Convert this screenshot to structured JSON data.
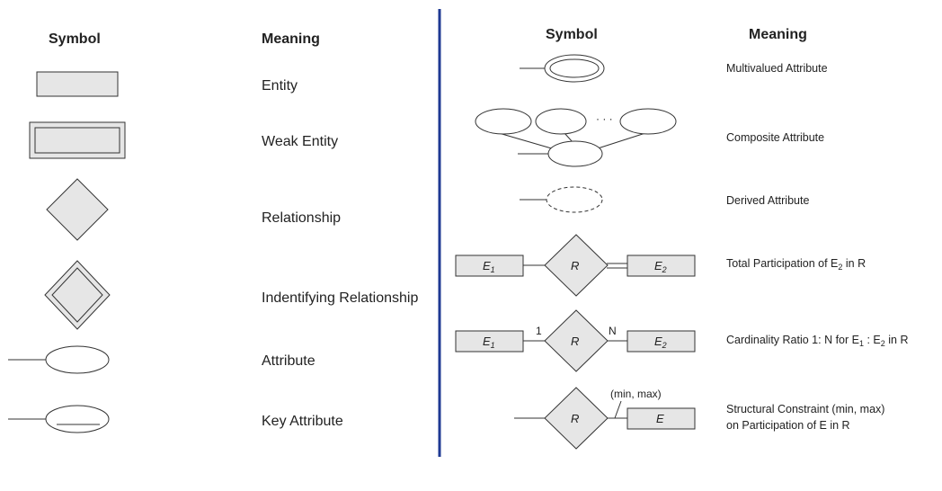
{
  "headers": {
    "left_symbol": "Symbol",
    "left_meaning": "Meaning",
    "right_symbol": "Symbol",
    "right_meaning": "Meaning"
  },
  "left_rows": [
    {
      "symbol": "entity-rectangle",
      "meaning": "Entity"
    },
    {
      "symbol": "weak-entity-double-rectangle",
      "meaning": "Weak Entity"
    },
    {
      "symbol": "relationship-diamond",
      "meaning": "Relationship"
    },
    {
      "symbol": "identifying-relationship-double-diamond",
      "meaning": "Indentifying Relationship"
    },
    {
      "symbol": "attribute-oval",
      "meaning": "Attribute"
    },
    {
      "symbol": "key-attribute-underlined-oval",
      "meaning": "Key Attribute"
    }
  ],
  "right_rows": [
    {
      "symbol": "multivalued-double-oval",
      "meaning": "Multivalued Attribute"
    },
    {
      "symbol": "composite-oval-tree",
      "meaning": "Composite Attribute"
    },
    {
      "symbol": "derived-dashed-oval",
      "meaning": "Derived Attribute"
    },
    {
      "symbol": "total-participation-double-line",
      "meaning_parts": [
        "Total Participation of E",
        "2",
        " in R"
      ]
    },
    {
      "symbol": "cardinality-ratio",
      "meaning_parts": [
        "Cardinality Ratio 1: N for E",
        "1",
        " : E",
        "2",
        " in R"
      ]
    },
    {
      "symbol": "structural-constraint",
      "meaning_lines": [
        "Structural Constraint (min, max)",
        "on Participation of E in R"
      ]
    }
  ],
  "symbol_labels": {
    "composite_ellipsis": "· · ·",
    "total": {
      "e1": "E",
      "e1_sub": "1",
      "r": "R",
      "e2": "E",
      "e2_sub": "2"
    },
    "cardinality": {
      "e1": "E",
      "e1_sub": "1",
      "r": "R",
      "e2": "E",
      "e2_sub": "2",
      "one": "1",
      "n": "N"
    },
    "structural": {
      "r": "R",
      "e": "E",
      "minmax": "(min, max)"
    }
  },
  "colors": {
    "divider": "#1f3a93",
    "shape_fill": "#e6e6e6",
    "stroke": "#333333"
  }
}
